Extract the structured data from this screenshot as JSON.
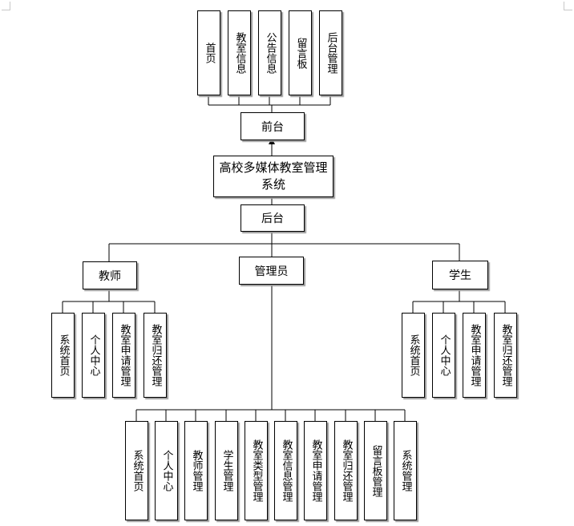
{
  "root": "高校多媒体教室管理系统",
  "frontend": {
    "label": "前台",
    "items": [
      "首页",
      "教室信息",
      "公告信息",
      "留言板",
      "后台管理"
    ]
  },
  "backend": {
    "label": "后台"
  },
  "roles": {
    "teacher": {
      "label": "教师",
      "items": [
        "系统首页",
        "个人中心",
        "教室申请管理",
        "教室归还管理"
      ]
    },
    "admin": {
      "label": "管理员",
      "items": [
        "系统首页",
        "个人中心",
        "教师管理",
        "学生管理",
        "教室类型管理",
        "教室信息管理",
        "教室申请管理",
        "教室归还管理",
        "留言板管理",
        "系统管理"
      ]
    },
    "student": {
      "label": "学生",
      "items": [
        "系统首页",
        "个人中心",
        "教室申请管理",
        "教室归还管理"
      ]
    }
  }
}
